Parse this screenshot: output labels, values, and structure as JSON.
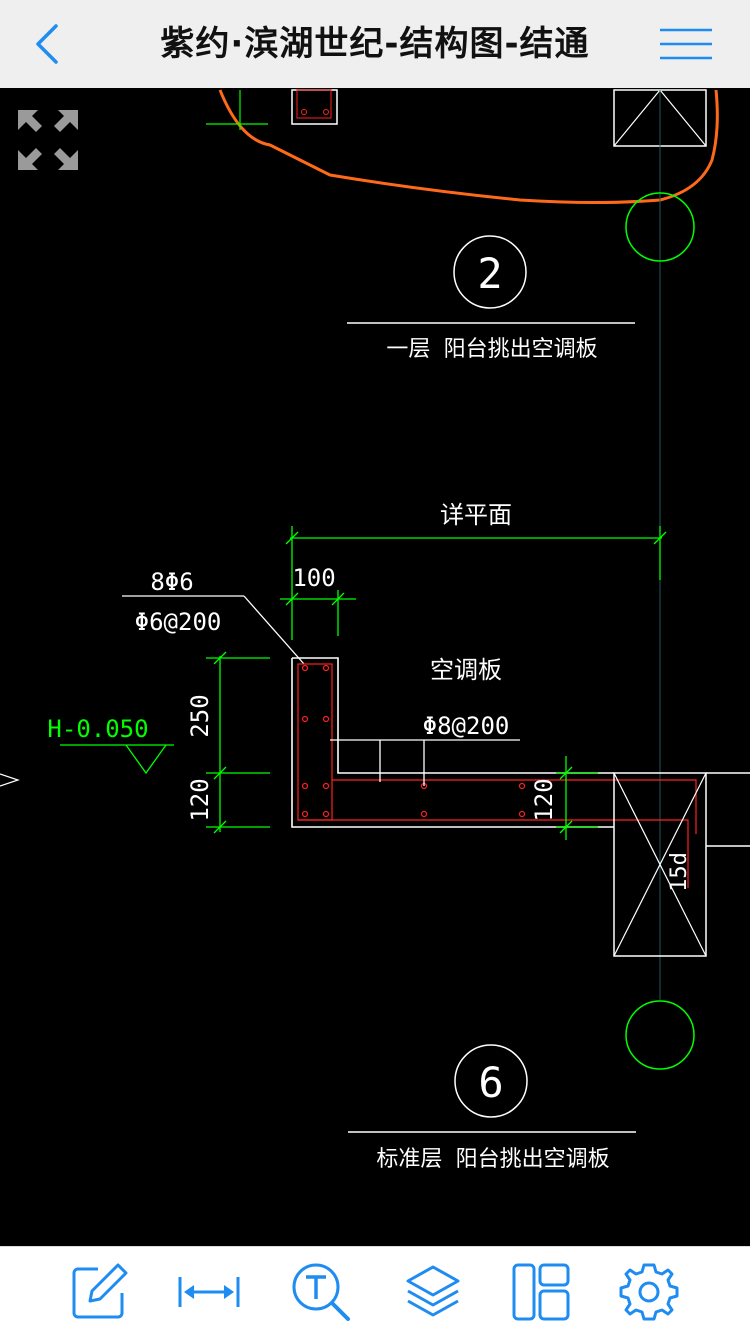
{
  "header": {
    "title": "紫约·滨湖世纪-结构图-结通",
    "back_icon": "chevron-left-icon",
    "menu_icon": "hamburger-menu-icon"
  },
  "drawing": {
    "detail_2": {
      "number": "2",
      "caption": "一层 阳台挑出空调板"
    },
    "detail_6": {
      "number": "6",
      "caption": "标准层 阳台挑出空调板",
      "label_top": "详平面",
      "dim_100": "100",
      "rebar_top": "8Φ6",
      "rebar_stirrup": "Φ6@200",
      "slab_label": "空调板",
      "slab_rebar": "Φ8@200",
      "elevation": "H-0.050",
      "dim_250": "250",
      "dim_120_left": "120",
      "dim_120_right": "120",
      "anchor": "15d"
    },
    "colors": {
      "line": "#ffffff",
      "dim": "#00ff00",
      "rebar": "#ff2020",
      "cloud": "#ff6a1a"
    }
  },
  "toolbar": {
    "items": [
      {
        "icon": "pencil-edit-icon"
      },
      {
        "icon": "measure-distance-icon"
      },
      {
        "icon": "text-search-icon"
      },
      {
        "icon": "layers-icon"
      },
      {
        "icon": "layout-panels-icon"
      },
      {
        "icon": "settings-gear-icon"
      }
    ]
  }
}
